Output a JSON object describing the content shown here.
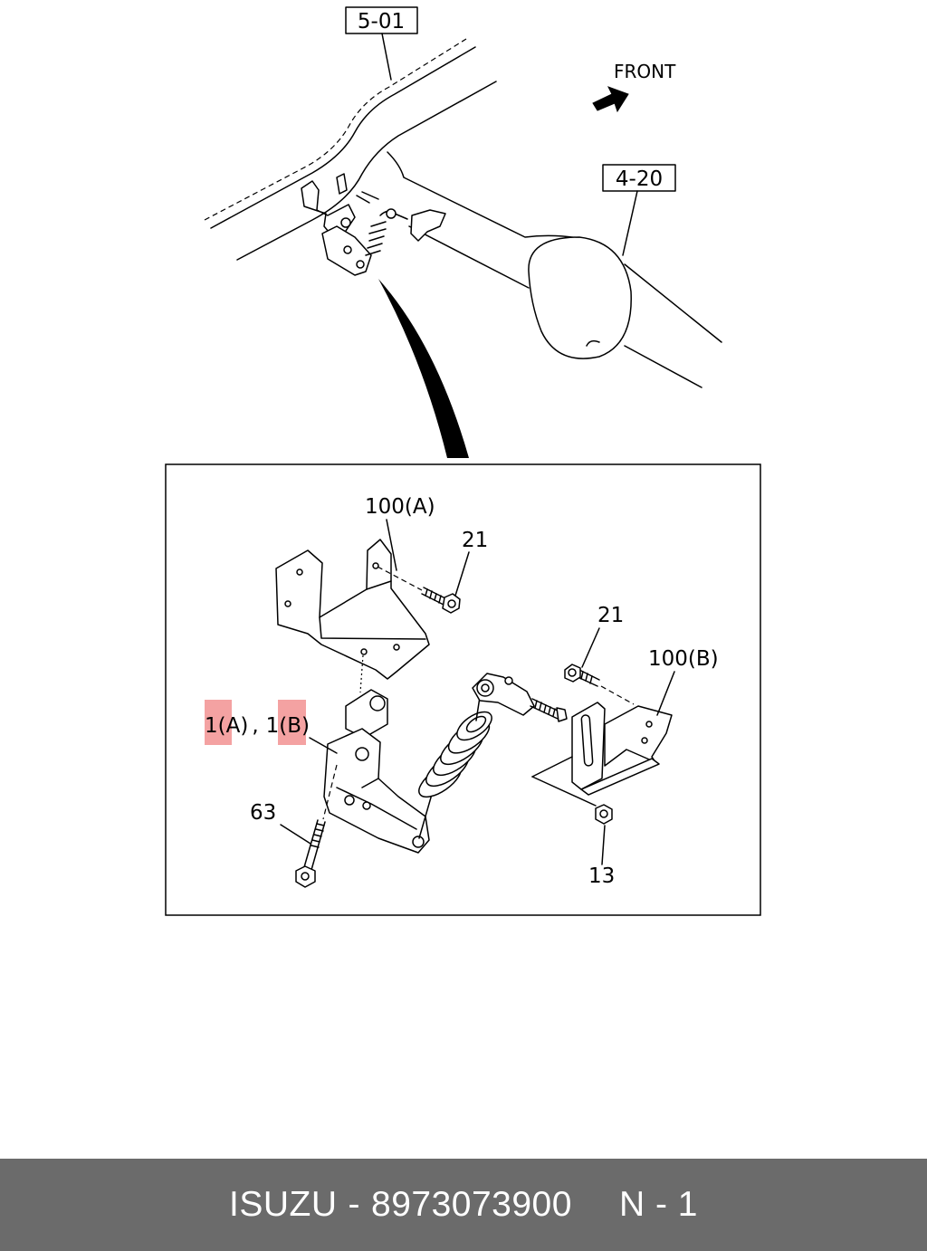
{
  "overview": {
    "ref_frame": "5-01",
    "ref_axle": "4-20",
    "direction": "FRONT"
  },
  "inset": {
    "callouts": {
      "bracket_a": "100(A)",
      "bolt_upper": "21",
      "bolt_right": "21",
      "bracket_b": "100(B)",
      "sensor_a": "1(A)",
      "separator": ",",
      "sensor_b": "1(B)",
      "bolt_long": "63",
      "nut": "13"
    }
  },
  "footer": {
    "brand": "ISUZU",
    "separator": "-",
    "part_number": "8973073900",
    "page": "N - 1"
  },
  "colors": {
    "highlight": "#f4a2a2",
    "footer_bg": "#6b6b6b",
    "line": "#000000"
  }
}
